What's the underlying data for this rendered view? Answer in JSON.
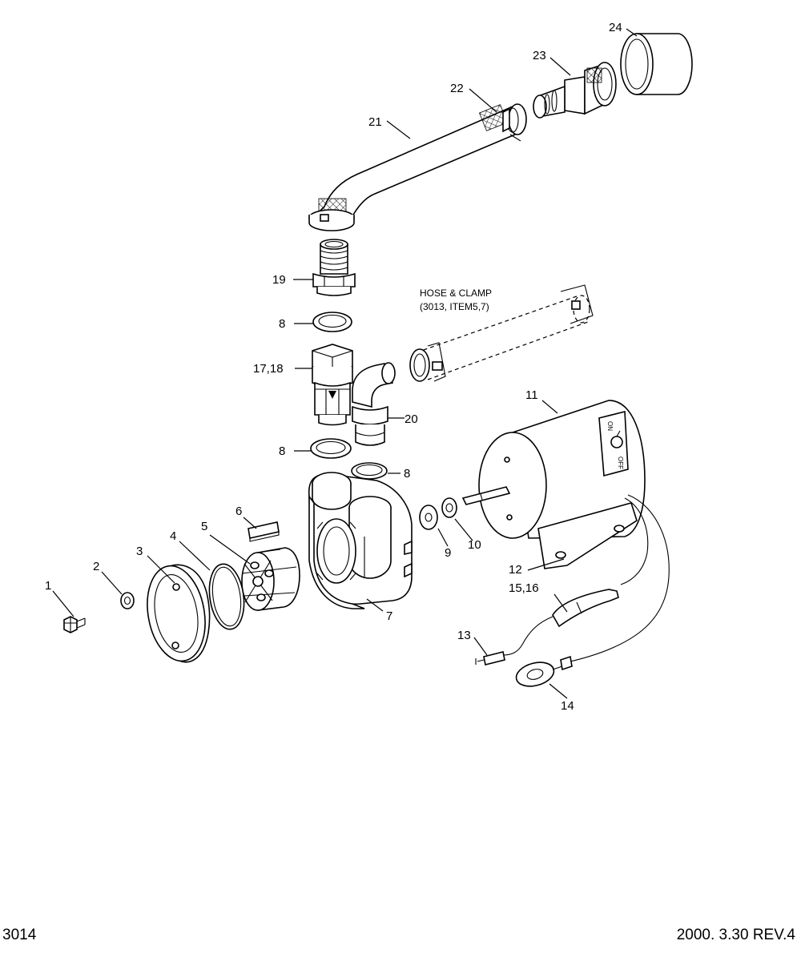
{
  "labels": {
    "p1": "1",
    "p2": "2",
    "p3": "3",
    "p4": "4",
    "p5": "5",
    "p6": "6",
    "p7": "7",
    "p8a": "8",
    "p8b": "8",
    "p8c": "8",
    "p9": "9",
    "p10": "10",
    "p11": "11",
    "p12": "12",
    "p13": "13",
    "p14": "14",
    "p15_16": "15,16",
    "p17_18": "17,18",
    "p19": "19",
    "p20": "20",
    "p21": "21",
    "p22": "22",
    "p23": "23",
    "p24": "24"
  },
  "note": {
    "line1": "HOSE & CLAMP",
    "line2": "(3013, ITEM5,7)"
  },
  "switch": {
    "on": "ON",
    "off": "OFF"
  },
  "footer": {
    "drawing_number": "3014",
    "revision": "2000. 3.30  REV.4"
  }
}
